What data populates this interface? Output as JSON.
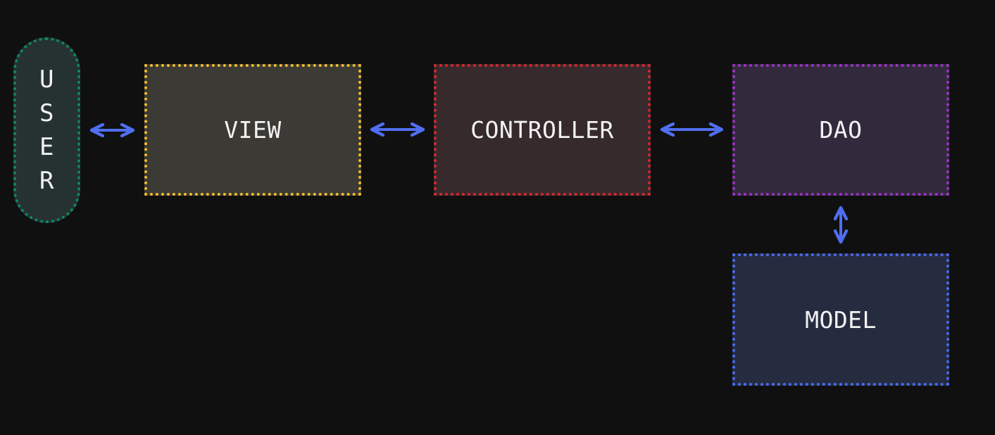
{
  "nodes": {
    "user": {
      "label": "USER",
      "letters": [
        "U",
        "S",
        "E",
        "R"
      ],
      "fill": "#263232",
      "border": "#0e8a5f"
    },
    "view": {
      "label": "VIEW",
      "fill": "#3c3a34",
      "border": "#f2bd2c"
    },
    "controller": {
      "label": "CONTROLLER",
      "fill": "#372a2c",
      "border": "#d9272e"
    },
    "dao": {
      "label": "DAO",
      "fill": "#322a3c",
      "border": "#9c34c4"
    },
    "model": {
      "label": "MODEL",
      "fill": "#262c40",
      "border": "#4a6cf0"
    }
  },
  "edges": [
    {
      "from": "user",
      "to": "view",
      "direction": "both"
    },
    {
      "from": "view",
      "to": "controller",
      "direction": "both"
    },
    {
      "from": "controller",
      "to": "dao",
      "direction": "both"
    },
    {
      "from": "dao",
      "to": "model",
      "direction": "both"
    }
  ],
  "colors": {
    "background": "#101010",
    "arrow": "#4f6ff0",
    "text": "#f2f2f2"
  }
}
